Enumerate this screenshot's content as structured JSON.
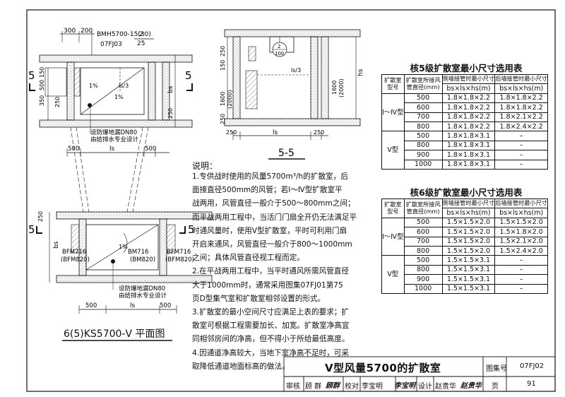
{
  "plan_top": {
    "dims_top": [
      "300",
      "200"
    ],
    "valve_label": "BMH5700-15(30)",
    "ref_fraction": {
      "top": "2",
      "bottom": "25"
    },
    "ref_drawing": "07FJ03",
    "section_mark": "5",
    "left_dims": [
      "350",
      "500",
      "150",
      "250"
    ],
    "slope_label": "1%",
    "ls3_label": "ls/3",
    "bs_label": "bs",
    "right_dim": "250",
    "drain_note_1": "设防爆地漏DN80",
    "drain_note_2": "由给排水专业设计",
    "bottom_dims": [
      "500",
      "ls",
      "500"
    ]
  },
  "plan_bottom": {
    "left_dim": "250",
    "bs_label": "bs",
    "section_mark": "5",
    "door_left_1": "BFM716",
    "door_left_2": "(BFM820)",
    "door_mid_1": "BM716",
    "door_mid_2": "(BM820)",
    "door_right_1": "BFM716",
    "door_right_2": "(BFM820)",
    "slope_label": "1%",
    "drain_note_1": "设防爆地漏DN80",
    "drain_note_2": "由给排水专业设计",
    "bottom_dims": [
      "500",
      "ls",
      "500"
    ],
    "caption": "6(5)KS5700-Ⅴ 平面图"
  },
  "section": {
    "title": "5-5",
    "left_dims": [
      "250",
      "1600",
      "(2000)",
      "150",
      "250"
    ],
    "right_dims": [
      "1600",
      "(2000)"
    ],
    "hs_label": "hs",
    "ref_fraction": {
      "top": "2",
      "bottom": "100"
    },
    "ls3_label": "ls/3",
    "bottom_dims": [
      "250",
      "ls",
      "250"
    ]
  },
  "notes": {
    "heading": "说明：",
    "lines": [
      "1.专供战时使用的风量5700m³/h的扩散室，后",
      "面接直径500mm的风管；若Ⅰ～Ⅳ型扩散室平",
      "战两用，风管直径一般介于500～800mm之间；",
      "而平战两用工程中，当活门门扇全开仍无法满足平",
      "时通风量时，使用Ⅴ型扩散室，平时可利用门扇",
      "开启来通风，风管直径一般介于800～1000mm",
      "之间；具体风管直径视工程而定。",
      "2.在平战两用工程中，当平时通风所需风管直径",
      "大于1000mm时，通常采用图集07FJ01第75",
      "页D型集气室和扩散室相邻设置的形式。",
      "3.扩散室的最小空间尺寸应满足上表的要求；扩",
      "散室可根据工程需要加长、加宽。扩散室净高宜",
      "同相邻房间的净高，但不得小于所给最低高度。",
      "4.因通道净高较大，当地下室净高不足时，可采",
      "取降低通道地面标高的做法。"
    ]
  },
  "table5": {
    "title": "核5级扩散室最小尺寸选用表",
    "headers": {
      "model": "扩散室型号",
      "diameter": "扩散室所接风管直径(mm)",
      "side": "侧墙接管时最小尺寸",
      "back": "后墙接管时最小尺寸",
      "unit": "bs×ls×hs(m)"
    },
    "groups": [
      {
        "model": "Ⅰ～Ⅳ型",
        "rows": [
          {
            "d": "500",
            "side": "1.8×1.8×2.2",
            "back": "1.8×1.8×2.2"
          },
          {
            "d": "600",
            "side": "1.8×1.8×2.2",
            "back": "1.8×1.8×2.2"
          },
          {
            "d": "700",
            "side": "1.8×1.8×2.2",
            "back": "1.8×2.1×2.2"
          },
          {
            "d": "800",
            "side": "1.8×1.8×2.2",
            "back": "1.8×2.4×2.2"
          }
        ]
      },
      {
        "model": "Ⅴ型",
        "rows": [
          {
            "d": "500",
            "side": "1.8×1.8×3.1",
            "back": "–"
          },
          {
            "d": "800",
            "side": "1.8×1.8×3.1",
            "back": "–"
          },
          {
            "d": "900",
            "side": "1.8×1.8×3.1",
            "back": "–"
          },
          {
            "d": "1000",
            "side": "1.8×1.8×3.1",
            "back": "–"
          }
        ]
      }
    ]
  },
  "table6": {
    "title": "核6级扩散室最小尺寸选用表",
    "headers": {
      "model": "扩散室型号",
      "diameter": "扩散室所接风管直径(mm)",
      "side": "侧墙接管时最小尺寸",
      "back": "后墙接管时最小尺寸",
      "unit": "bs×ls×hs(m)"
    },
    "groups": [
      {
        "model": "Ⅰ～Ⅳ型",
        "rows": [
          {
            "d": "500",
            "side": "1.5×1.5×2.0",
            "back": "1.5×1.5×2.0"
          },
          {
            "d": "600",
            "side": "1.5×1.5×2.0",
            "back": "1.5×1.8×2.0"
          },
          {
            "d": "700",
            "side": "1.5×1.5×2.0",
            "back": "1.5×2.1×2.0"
          },
          {
            "d": "800",
            "side": "1.5×1.5×2.0",
            "back": "1.5×2.4×2.0"
          }
        ]
      },
      {
        "model": "Ⅴ型",
        "rows": [
          {
            "d": "500",
            "side": "1.5×1.5×3.1",
            "back": "–"
          },
          {
            "d": "800",
            "side": "1.5×1.5×3.1",
            "back": "–"
          },
          {
            "d": "900",
            "side": "1.5×1.5×3.1",
            "back": "–"
          },
          {
            "d": "1000",
            "side": "1.5×1.5×3.1",
            "back": "–"
          }
        ]
      }
    ]
  },
  "title_block": {
    "title": "Ⅴ型风量5700的扩散室",
    "atlas_label": "图集号",
    "atlas_no": "07FJ02",
    "review_label": "审核",
    "review_name": "顾 群",
    "review_sign": "顾群",
    "check_label": "校对",
    "check_name": "李宝明",
    "check_sign": "李宝明",
    "design_label": "设计",
    "design_name": "赵贵华",
    "design_sign": "赵贵华",
    "page_label": "页",
    "page_no": "91"
  }
}
